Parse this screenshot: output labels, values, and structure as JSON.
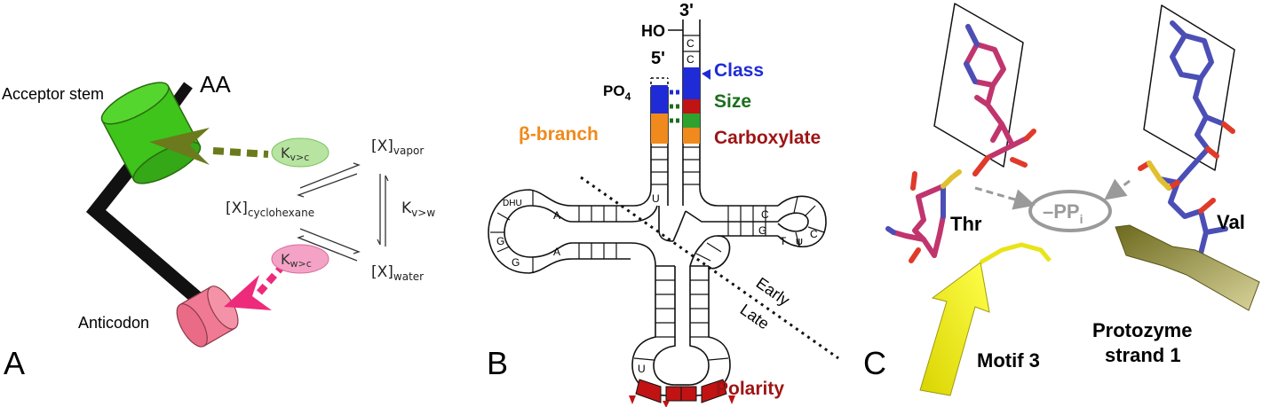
{
  "panelA": {
    "letter": "A",
    "aa": "AA",
    "acceptor_stem": "Acceptor stem",
    "anticodon": "Anticodon",
    "k_vc_main": "K",
    "k_vc_sub": "v>c",
    "k_wc_main": "K",
    "k_wc_sub": "w>c",
    "x_vapor_main": "[X]",
    "x_vapor_sub": "vapor",
    "x_cyclo_main": "[X]",
    "x_cyclo_sub": "cyclohexane",
    "x_water_main": "[X]",
    "x_water_sub": "water",
    "k_vw_main": "K",
    "k_vw_sub": "v>w",
    "colors": {
      "acceptor": "#3ec41a",
      "anticodon": "#f07a93",
      "green_arrow": "#6b7a1c",
      "pink_arrow": "#ee2a7b"
    }
  },
  "panelB": {
    "letter": "B",
    "three_prime": "3'",
    "five_prime": "5'",
    "ho": "HO",
    "po4_main": "PO",
    "po4_sub": "4",
    "class": "Class",
    "size": "Size",
    "beta_branch": "β-branch",
    "carboxylate": "Carboxylate",
    "polarity": "Polarity",
    "early": "Early",
    "late": "Late",
    "nt_c1": "C",
    "nt_c2": "C",
    "nt_u_acc": "U",
    "nt_dhu": "DHU",
    "nt_a1": "A",
    "nt_a2": "A",
    "nt_g1": "G",
    "nt_g2": "G",
    "nt_c_t": "C",
    "nt_g_t": "G",
    "nt_t": "T",
    "nt_psi": "ψ",
    "nt_c_loop": "C",
    "nt_u_ac": "U",
    "colors": {
      "class": "#1f2bd6",
      "size": "#1c6e1c",
      "beta": "#f08a1c",
      "carboxylate": "#9e1414",
      "polarity": "#9e1414"
    }
  },
  "panelC": {
    "letter": "C",
    "thr": "Thr",
    "val": "Val",
    "ppi_main": "–PP",
    "ppi_sub": "i",
    "motif3": "Motif 3",
    "protozyme_line1": "Protozyme",
    "protozyme_line2": "strand 1",
    "colors": {
      "thr": "#c0356e",
      "val": "#4b4fb5",
      "sulfur": "#e0c030",
      "oxygen": "#e03a2a",
      "arrow_yellow": "#f2ef1a",
      "strand_olive": "#a8a23a"
    }
  }
}
